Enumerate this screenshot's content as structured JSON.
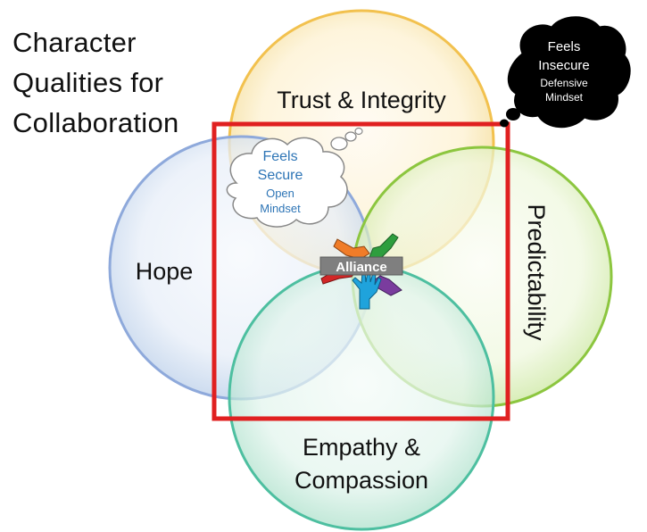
{
  "title": {
    "lines": [
      "Character",
      "Qualities for",
      "Collaboration"
    ]
  },
  "circles": {
    "trust": "Trust & Integrity",
    "hope": "Hope",
    "predictability": "Predictability",
    "empathy_line1": "Empathy &",
    "empathy_line2": "Compassion"
  },
  "center_badge": "Alliance",
  "thought_secure": {
    "line1": "Feels",
    "line2": "Secure",
    "line3": "Open",
    "line4": "Mindset",
    "color": "#2E75B6"
  },
  "thought_insecure": {
    "line1": "Feels",
    "line2": "Insecure",
    "line3": "Defensive",
    "line4": "Mindset"
  },
  "colors": {
    "trust": "#F2C14E",
    "hope": "#8EA9DB",
    "predictability": "#8CC63F",
    "empathy": "#4DBFA0",
    "frame": "#E02020",
    "hands": [
      "#F07C28",
      "#2E9E3E",
      "#D22626",
      "#7A3C9E",
      "#1FA3DC"
    ]
  }
}
